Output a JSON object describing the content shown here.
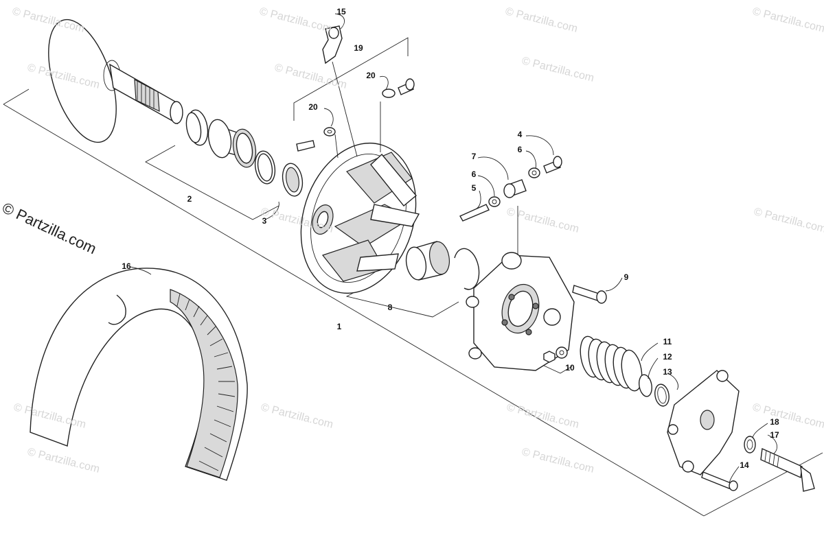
{
  "watermarks": [
    "© Partzilla.com",
    "© Partzilla.com",
    "© Partzilla.com",
    "© Partzilla.com",
    "© Partzilla.com",
    "© Partzilla.com",
    "© Partzilla.com",
    "© Partzilla.com",
    "© Partzilla.com",
    "© Partzilla.com",
    "© Partzilla.com",
    "© Partzilla.com",
    "© Partzilla.com",
    "© Partzilla.com",
    "© Partzilla.com",
    "© Partzilla.com"
  ],
  "brand_label": "© Partzilla.com",
  "callouts": [
    "15",
    "19",
    "20",
    "20",
    "4",
    "6",
    "7",
    "6",
    "5",
    "2",
    "3",
    "9",
    "8",
    "1",
    "16",
    "11",
    "12",
    "10",
    "13",
    "18",
    "17",
    "14"
  ],
  "colors": {
    "line": "#222222",
    "watermark": "#d6d6d6",
    "shade": "#d9d9d9"
  }
}
